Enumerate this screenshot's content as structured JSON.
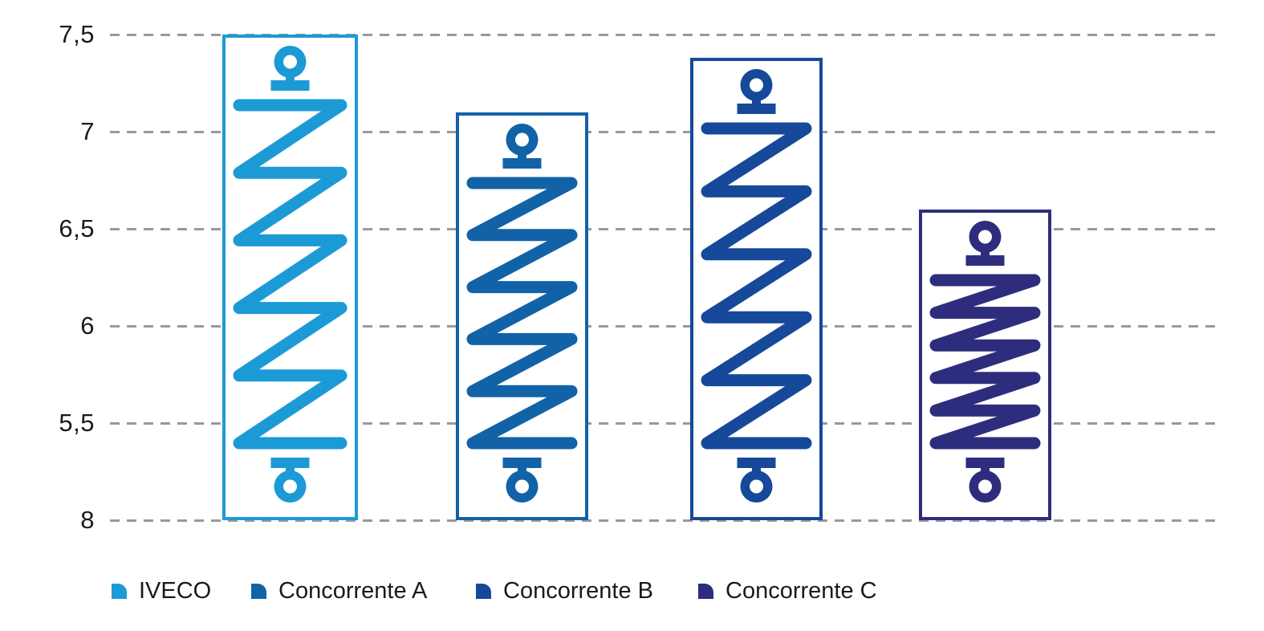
{
  "chart_data": {
    "type": "bar",
    "title": "",
    "xlabel": "",
    "ylabel": "",
    "categories": [
      "IVECO",
      "Concorrente A",
      "Concorrente B",
      "Concorrente C"
    ],
    "series": [
      {
        "name": "IVECO",
        "value": 7.5,
        "color": "#1B9AD6"
      },
      {
        "name": "Concorrente A",
        "value": 7.1,
        "color": "#1262A8"
      },
      {
        "name": "Concorrente B",
        "value": 7.38,
        "color": "#16499A"
      },
      {
        "name": "Concorrente C",
        "value": 6.6,
        "color": "#2E2D7D"
      }
    ],
    "yticks": [
      "7,5",
      "7",
      "6,5",
      "6",
      "5,5",
      "8"
    ],
    "ylim": [
      5,
      7.5
    ],
    "grid": "horizontal-dashed",
    "gridline_color": "#999999",
    "legend_position": "bottom",
    "bar_icon": "coil-spring-shock-absorber",
    "bar_style": "outlined-box-with-spring-icon"
  }
}
